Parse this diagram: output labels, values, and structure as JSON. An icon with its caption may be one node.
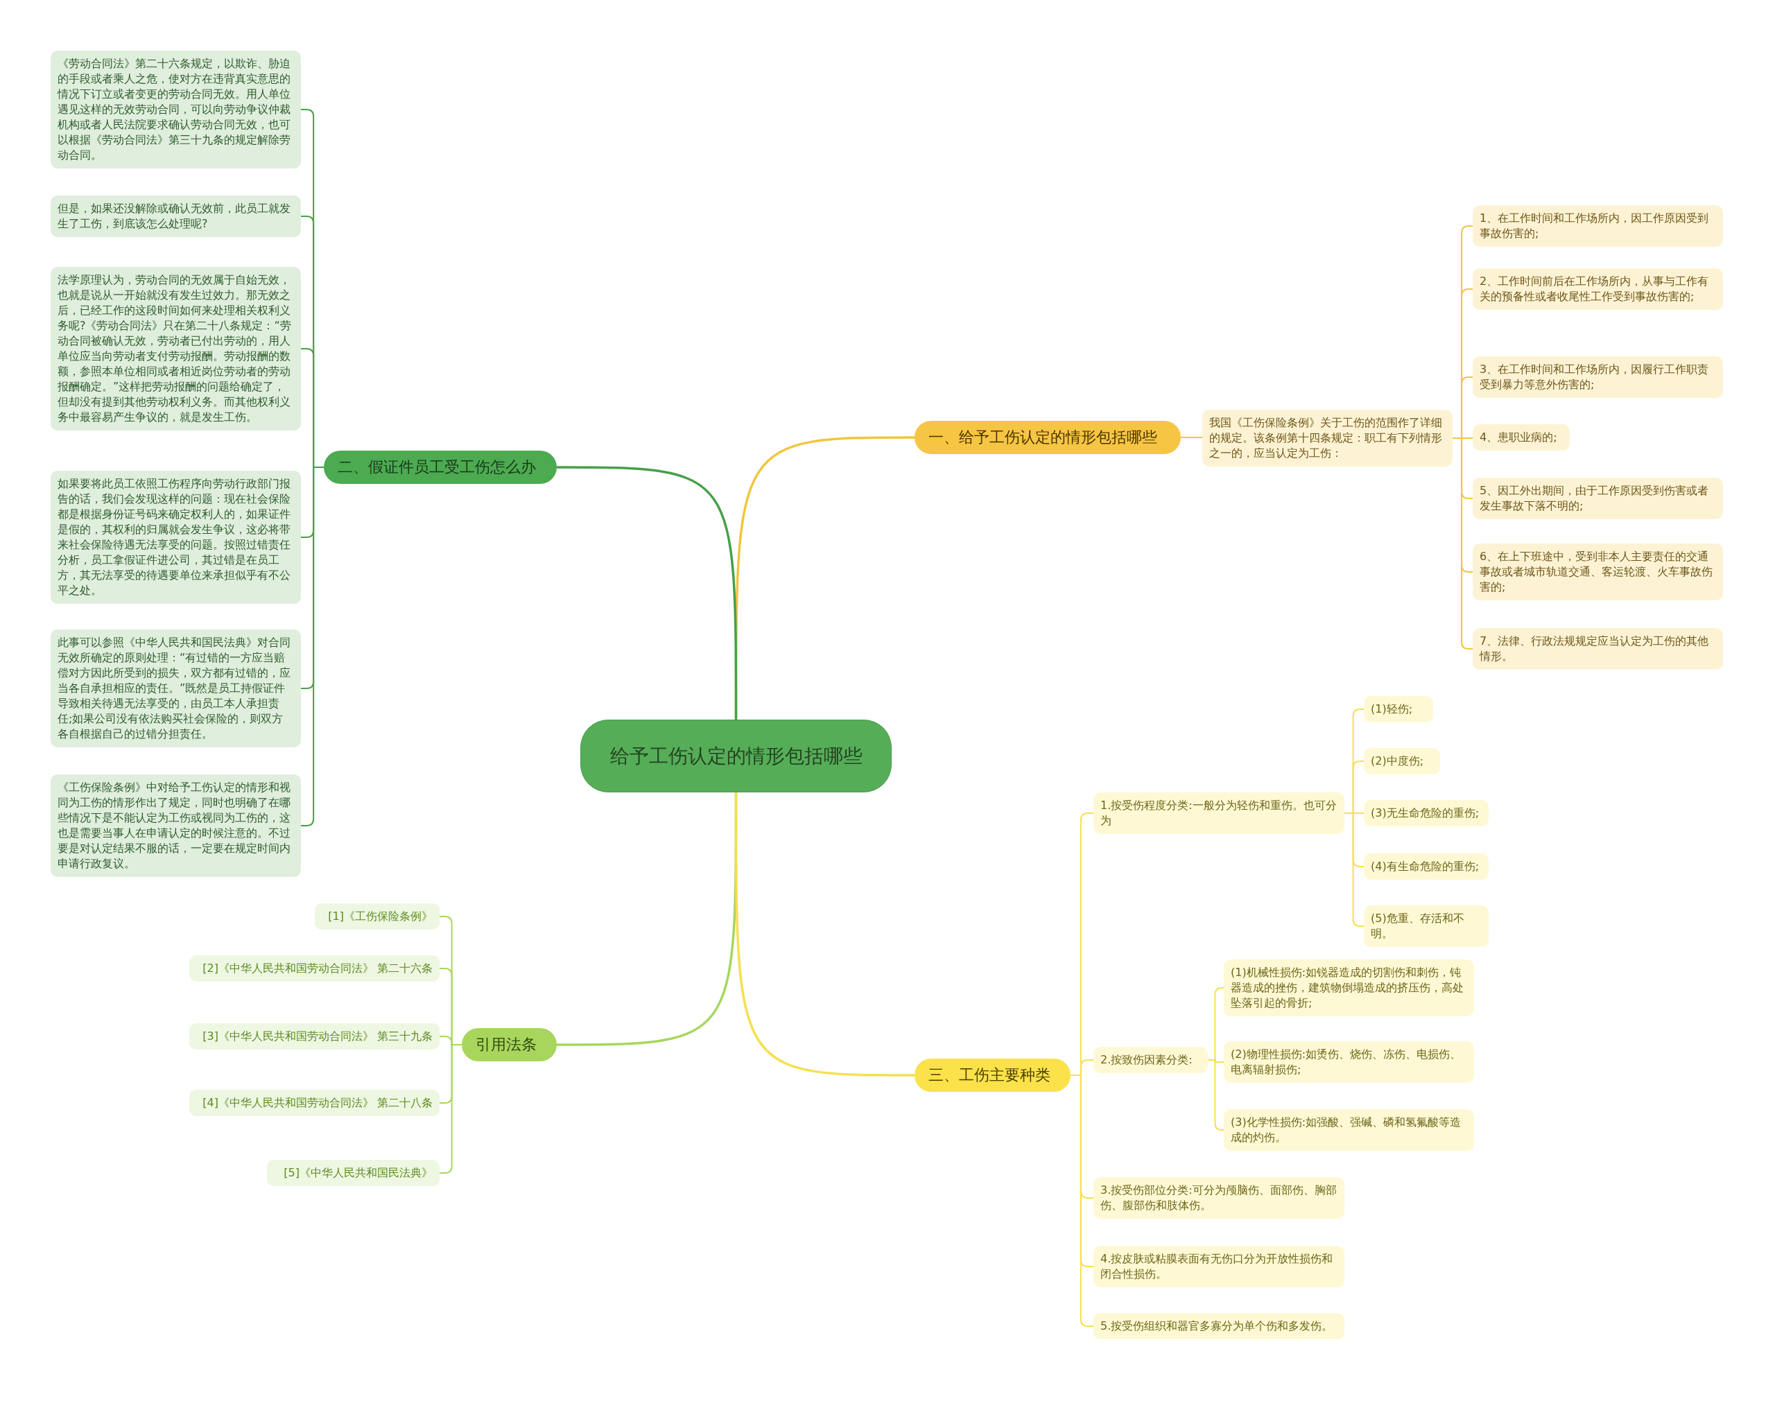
{
  "diagram": {
    "nodes": [
      {
        "text": [
          "给予工伤认定的情形包括哪些"
        ]
      },
      {
        "text": [
          "一、给予工伤认定的情形包括哪些"
        ]
      },
      {
        "text": [
          "我国《工伤保险条例》关于工伤的范围作了详细的规定。该条例第十四条规定：职工有下列情形之一的，应当认定为工伤："
        ]
      },
      {
        "text": [
          "1、在工作时间和工作场所内，因工作原因受到事故伤害的;"
        ]
      },
      {
        "text": [
          "2、工作时间前后在工作场所内，从事与工作有关的预备性或者收尾性工作受到事故伤害的;"
        ]
      },
      {
        "text": [
          "3、在工作时间和工作场所内，因履行工作职责受到暴力等意外伤害的;"
        ]
      },
      {
        "text": [
          "4、患职业病的;"
        ]
      },
      {
        "text": [
          "5、因工外出期间，由于工作原因受到伤害或者发生事故下落不明的;"
        ]
      },
      {
        "text": [
          "6、在上下班途中，受到非本人主要责任的交通事故或者城市轨道交通、客运轮渡、火车事故伤害的;"
        ]
      },
      {
        "text": [
          "7、法律、行政法规规定应当认定为工伤的其他情形。"
        ]
      },
      {
        "text": [
          "二、假证件员工受工伤怎么办"
        ]
      },
      {
        "text": [
          "《劳动合同法》第二十六条规定，以欺诈、胁迫的手段或者乘人之危，使对方在违背真实意思的情况下订立或者变更的劳动合同无效。用人单位遇见这样的无效劳动合同，可以向劳动争议仲裁机构或者人民法院要求确认劳动合同无效，也可以根据《劳动合同法》第三十九条的规定解除劳动合同。"
        ]
      },
      {
        "text": [
          "但是，如果还没解除或确认无效前，此员工就发生了工伤，到底该怎么处理呢?"
        ]
      },
      {
        "text": [
          "法学原理认为，劳动合同的无效属于自始无效，也就是说从一开始就没有发生过效力。那无效之后，已经工作的这段时间如何来处理相关权利义务呢?《劳动合同法》只在第二十八条规定：“劳动合同被确认无效，劳动者已付出劳动的，用人单位应当向劳动者支付劳动报酬。劳动报酬的数额，参照本单位相同或者相近岗位劳动者的劳动报酬确定。”这样把劳动报酬的问题给确定了，但却没有提到其他劳动权利义务。而其他权利义务中最容易产生争议的，就是发生工伤。"
        ]
      },
      {
        "text": [
          "如果要将此员工依照工伤程序向劳动行政部门报告的话，我们会发现这样的问题：现在社会保险都是根据身份证号码来确定权利人的，如果证件是假的，其权利的归属就会发生争议，这必将带来社会保险待遇无法享受的问题。按照过错责任分析，员工拿假证件进公司，其过错是在员工方，其无法享受的待遇要单位来承担似乎有不公平之处。"
        ]
      },
      {
        "text": [
          "此事可以参照《中华人民共和国民法典》对合同无效所确定的原则处理：“有过错的一方应当赔偿对方因此所受到的损失，双方都有过错的，应当各自承担相应的责任。”既然是员工持假证件导致相关待遇无法享受的，由员工本人承担责任;如果公司没有依法购买社会保险的，则双方各自根据自己的过错分担责任。"
        ]
      },
      {
        "text": [
          "《工伤保险条例》中对给予工伤认定的情形和视同为工伤的情形作出了规定，同时也明确了在哪些情况下是不能认定为工伤或视同为工伤的，这也是需要当事人在申请认定的时候注意的。不过要是对认定结果不服的话，一定要在规定时间内申请行政复议。"
        ]
      },
      {
        "text": [
          "引用法条"
        ]
      },
      {
        "text": [
          "[1]《工伤保险条例》"
        ]
      },
      {
        "text": [
          "[2]《中华人民共和国劳动合同法》 第二十六条"
        ]
      },
      {
        "text": [
          "[3]《中华人民共和国劳动合同法》 第三十九条"
        ]
      },
      {
        "text": [
          "[4]《中华人民共和国劳动合同法》 第二十八条"
        ]
      },
      {
        "text": [
          "[5]《中华人民共和国民法典》"
        ]
      },
      {
        "text": [
          "三、工伤主要种类"
        ]
      },
      {
        "text": [
          "1.按受伤程度分类:一般分为轻伤和重伤。也可分为"
        ]
      },
      {
        "text": [
          "(1)轻伤;"
        ]
      },
      {
        "text": [
          "(2)中度伤;"
        ]
      },
      {
        "text": [
          "(3)无生命危险的重伤;"
        ]
      },
      {
        "text": [
          "(4)有生命危险的重伤;"
        ]
      },
      {
        "text": [
          "(5)危重、存活和不明。"
        ]
      },
      {
        "text": [
          "2.按致伤因素分类:"
        ]
      },
      {
        "text": [
          "(1)机械性损伤:如锐器造成的切割伤和刺伤，钝器造成的挫伤，建筑物倒塌造成的挤压伤，高处坠落引起的骨折;"
        ]
      },
      {
        "text": [
          "(2)物理性损伤:如烫伤、烧伤、冻伤、电损伤、电离辐射损伤;"
        ]
      },
      {
        "text": [
          "(3)化学性损伤:如强酸、强碱、磷和氢氟酸等造成的灼伤。"
        ]
      },
      {
        "text": [
          "3.按受伤部位分类:可分为颅脑伤、面部伤、胸部伤、腹部伤和肢体伤。"
        ]
      },
      {
        "text": [
          "4.按皮肤或粘膜表面有无伤口分为开放性损伤和闭合性损伤。"
        ]
      },
      {
        "text": [
          "5.按受伤组织和器官多寡分为单个伤和多发伤。"
        ]
      }
    ],
    "edges": [
      {
        "from": 0,
        "to": 1,
        "arrow": "none",
        "color": "#f2c53d"
      },
      {
        "from": 1,
        "to": 2,
        "arrow": "none",
        "color": "#f2c53d"
      },
      {
        "from": 2,
        "to": 3,
        "arrow": "none",
        "color": "#f2c53d"
      },
      {
        "from": 2,
        "to": 4,
        "arrow": "none",
        "color": "#f2c53d"
      },
      {
        "from": 2,
        "to": 5,
        "arrow": "none",
        "color": "#f2c53d"
      },
      {
        "from": 2,
        "to": 6,
        "arrow": "none",
        "color": "#f2c53d"
      },
      {
        "from": 2,
        "to": 7,
        "arrow": "none",
        "color": "#f2c53d"
      },
      {
        "from": 2,
        "to": 8,
        "arrow": "none",
        "color": "#f2c53d"
      },
      {
        "from": 2,
        "to": 9,
        "arrow": "none",
        "color": "#f2c53d"
      },
      {
        "from": 0,
        "to": 10,
        "arrow": "none",
        "color": "#46a049"
      },
      {
        "from": 10,
        "to": 11,
        "arrow": "none",
        "color": "#46a049"
      },
      {
        "from": 10,
        "to": 12,
        "arrow": "none",
        "color": "#46a049"
      },
      {
        "from": 10,
        "to": 13,
        "arrow": "none",
        "color": "#46a049"
      },
      {
        "from": 10,
        "to": 14,
        "arrow": "none",
        "color": "#46a049"
      },
      {
        "from": 10,
        "to": 15,
        "arrow": "none",
        "color": "#46a049"
      },
      {
        "from": 10,
        "to": 16,
        "arrow": "none",
        "color": "#46a049"
      },
      {
        "from": 0,
        "to": 17,
        "arrow": "none",
        "color": "#a8d65c"
      },
      {
        "from": 17,
        "to": 18,
        "arrow": "none",
        "color": "#a8d65c"
      },
      {
        "from": 17,
        "to": 19,
        "arrow": "none",
        "color": "#a8d65c"
      },
      {
        "from": 17,
        "to": 20,
        "arrow": "none",
        "color": "#a8d65c"
      },
      {
        "from": 17,
        "to": 21,
        "arrow": "none",
        "color": "#a8d65c"
      },
      {
        "from": 17,
        "to": 22,
        "arrow": "none",
        "color": "#a8d65c"
      },
      {
        "from": 0,
        "to": 23,
        "arrow": "none"
      },
      {
        "from": 23,
        "to": 24,
        "arrow": "none"
      },
      {
        "from": 24,
        "to": 25,
        "arrow": "none"
      },
      {
        "from": 24,
        "to": 26,
        "arrow": "none"
      },
      {
        "from": 24,
        "to": 27,
        "arrow": "none"
      },
      {
        "from": 24,
        "to": 28,
        "arrow": "none"
      },
      {
        "from": 24,
        "to": 29,
        "arrow": "none"
      },
      {
        "from": 23,
        "to": 30,
        "arrow": "none"
      },
      {
        "from": 30,
        "to": 31,
        "arrow": "none"
      },
      {
        "from": 30,
        "to": 32,
        "arrow": "none"
      },
      {
        "from": 30,
        "to": 33,
        "arrow": "none"
      },
      {
        "from": 23,
        "to": 34,
        "arrow": "none"
      },
      {
        "from": 23,
        "to": 35,
        "arrow": "none"
      },
      {
        "from": 23,
        "to": 36,
        "arrow": "none"
      }
    ]
  }
}
